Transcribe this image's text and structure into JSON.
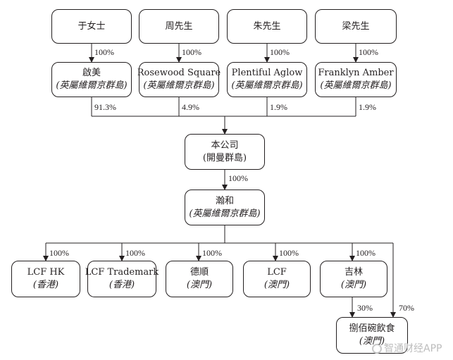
{
  "owners": [
    {
      "name": "于女士",
      "pct": "100%"
    },
    {
      "name": "周先生",
      "pct": "100%"
    },
    {
      "name": "朱先生",
      "pct": "100%"
    },
    {
      "name": "梁先生",
      "pct": "100%"
    }
  ],
  "holdcos": [
    {
      "name": "啟美",
      "place": "(英屬維爾京群島)",
      "pct": "91.3%"
    },
    {
      "name": "Rosewood Square",
      "place": "(英屬維爾京群島)",
      "pct": "4.9%"
    },
    {
      "name": "Plentiful Aglow",
      "place": "(英屬維爾京群島)",
      "pct": "1.9%"
    },
    {
      "name": "Franklyn Amber",
      "place": "(英屬維爾京群島)",
      "pct": "1.9%"
    }
  ],
  "company": {
    "name": "本公司",
    "place": "(開曼群島)",
    "pct": "100%"
  },
  "intermediate": {
    "name": "瀚和",
    "place": "(英屬維爾京群島)"
  },
  "subsidiaries": [
    {
      "name": "LCF HK",
      "place": "(香港)",
      "pct": "100%"
    },
    {
      "name": "LCF Trademark",
      "place": "(香港)",
      "pct": "100%"
    },
    {
      "name": "德順",
      "place": "(澳門)",
      "pct": "100%"
    },
    {
      "name": "LCF",
      "place": "(澳門)",
      "pct": "100%"
    },
    {
      "name": "吉林",
      "place": "(澳門)",
      "pct": "100%"
    }
  ],
  "jv": {
    "name": "捌佰碗飲食",
    "place": "(澳門)",
    "pct_from_jilin": "30%",
    "pct_from_parent": "70%"
  },
  "watermark": "智通财经APP"
}
